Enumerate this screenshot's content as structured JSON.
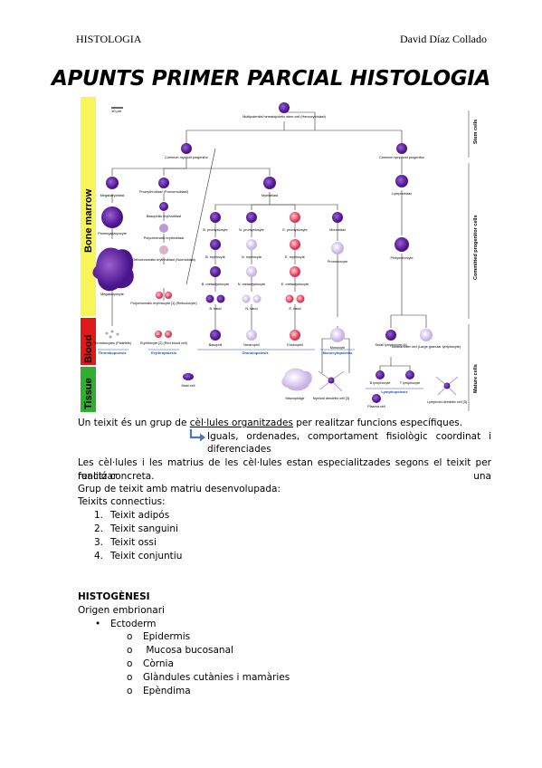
{
  "header": {
    "left": "HISTOLOGIA",
    "right": "David Díaz Collado"
  },
  "title": "APUNTS PRIMER PARCIAL HISTOLOGIA",
  "figure": {
    "scale": "10 µm",
    "bands": {
      "bone_marrow": "Bone marrow",
      "blood": "Blood",
      "tissue": "Tissue"
    },
    "side": {
      "stem": "Stem cells",
      "committed": "Committed progenitor cells",
      "mature": "Mature cells"
    },
    "cells": {
      "stem": "Multipotential hematopoietic stem cell (Hemocytoblast)",
      "cmp": "Common myeloid progenitor",
      "clp": "Common lymphoid progenitor",
      "megakaryoblast": "Megakaryoblast",
      "proerythroblast": "Proerythroblast (Pronormoblast)",
      "myeloblast": "Myeloblast",
      "lymphoblast": "Lymphoblast",
      "promegakaryocyte": "Promegakaryocyte",
      "basophilic": "Basophilic erythroblast",
      "polychromatic": "Polychromatic erythroblast",
      "orthochromatic": "Orthochromatic erythroblast (Normoblast)",
      "megakaryocyte": "Megakaryocyte",
      "polyerythrocyte": "Polychromatic erythrocyte [1] (Reticulocyte)",
      "b_promyelocyte": "B. promyelocyte",
      "n_promyelocyte": "N. promyelocyte",
      "e_promyelocyte": "E. promyelocyte",
      "monoblast": "Monoblast",
      "b_myelocyte": "B. myelocyte",
      "n_myelocyte": "N. myelocyte",
      "e_myelocyte": "E. myelocyte",
      "promonocyte": "Promonocyte",
      "prolymphocyte": "Prolymphocyte",
      "b_meta": "B. metamyelocyte",
      "n_meta": "N. metamyelocyte",
      "e_meta": "E. metamyelocyte",
      "b_band": "B. band",
      "n_band": "N. band",
      "e_band": "E. band",
      "thrombocytes": "Thrombocytes (Platelets)",
      "erythrocyte": "Erythrocyte [2] (Red blood cell)",
      "basophil": "Basophil",
      "neutrophil": "Neutrophil",
      "eosinophil": "Eosinophil",
      "monocyte": "Monocyte",
      "small_lymph": "Small lymphocyte [4]",
      "nk": "Natural killer cell (Large granular lymphocyte)",
      "mast": "Mast cell",
      "macrophage": "Macrophage",
      "myeloid_dc": "Myeloid dendritic cell [3]",
      "b_lymph": "B lymphocyte",
      "t_lymph": "T lymphocyte",
      "plasma": "Plasma cell",
      "lymph_dc": "Lymphoid dendritic cell [3]"
    },
    "processes": {
      "thrombo": "Thrombopoiesis",
      "erythro": "Erythropoiesis",
      "granulo": "Granulopoiesis",
      "monocyto": "Monocytopoiesis",
      "lympho": "Lymphopoiesis"
    }
  },
  "body": {
    "intro_pre": "Un teixit és un grup de ",
    "intro_link": "cèl·lules organitzades",
    "intro_post": " per realitzar funcions específiques.",
    "arrow_line1": "Iguals, ordenades, comportament fisiològic coordinat i",
    "arrow_line2": "diferenciades",
    "para_line1": "Les cèl·lules i les matrius de les cèl·lules estan especialitzades segons el teixit per realitzar una",
    "para_line2": "funció concreta.",
    "matrix_line": "Grup de teixit amb matriu desenvolupada:",
    "connective_heading": "Teixits connectius:",
    "connective_list": [
      "Teixit adipós",
      "Teixit sanguini",
      "Teixit ossi",
      "Teixit conjuntiu"
    ],
    "histo_heading": "HISTOGÈNESI",
    "origin_line": "Origen embrionari",
    "ectoderm": "Ectoderm",
    "ectoderm_items": [
      "Epidermis",
      " Mucosa bucosanal",
      "Còrnia",
      "Glàndules cutànies i mamàries",
      "Epèndima"
    ]
  }
}
